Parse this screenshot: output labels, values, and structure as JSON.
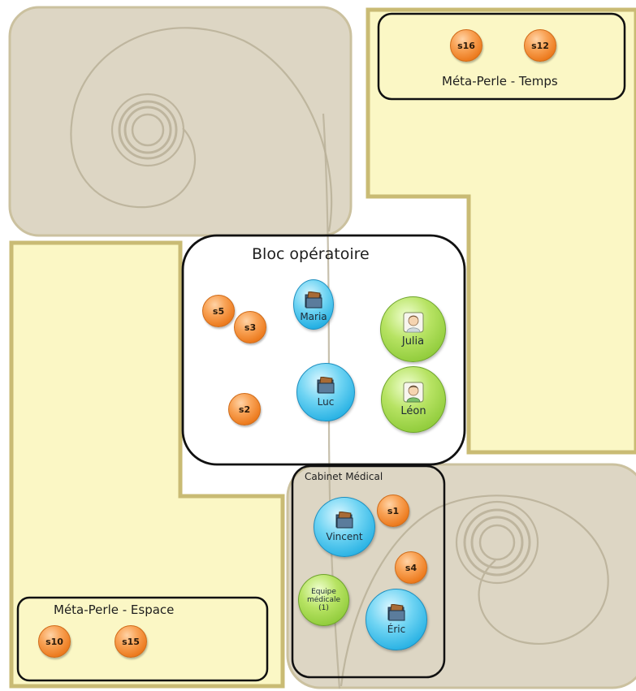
{
  "zones": {
    "temps_title": "Méta-Perle - Temps",
    "espace_title": "Méta-Perle - Espace",
    "bloc_title": "Bloc opératoire",
    "cabinet_title": "Cabinet Médical"
  },
  "nodes": {
    "s16": "s16",
    "s12": "s12",
    "s5": "s5",
    "s3": "s3",
    "s2": "s2",
    "s1": "s1",
    "s4": "s4",
    "s10": "s10",
    "s15": "s15",
    "maria": "Maria",
    "luc": "Luc",
    "vincent": "Vincent",
    "eric": "Éric",
    "julia": "Julia",
    "leon": "Léon",
    "equipe_line1": "Equipe",
    "equipe_line2": "médicale",
    "equipe_line3": "(1)"
  },
  "icons": {
    "folder": "folder-icon",
    "person": "person-icon"
  },
  "colors": {
    "gray_panel": "#ddd6c4",
    "gray_panel_border": "#c6bc98",
    "yellow_panel": "#fbf7c5",
    "yellow_panel_border": "#c9bb74",
    "zone_border": "#111111",
    "orange": "#f28a2e",
    "blue": "#3ec0ec",
    "green": "#9fd14a"
  }
}
